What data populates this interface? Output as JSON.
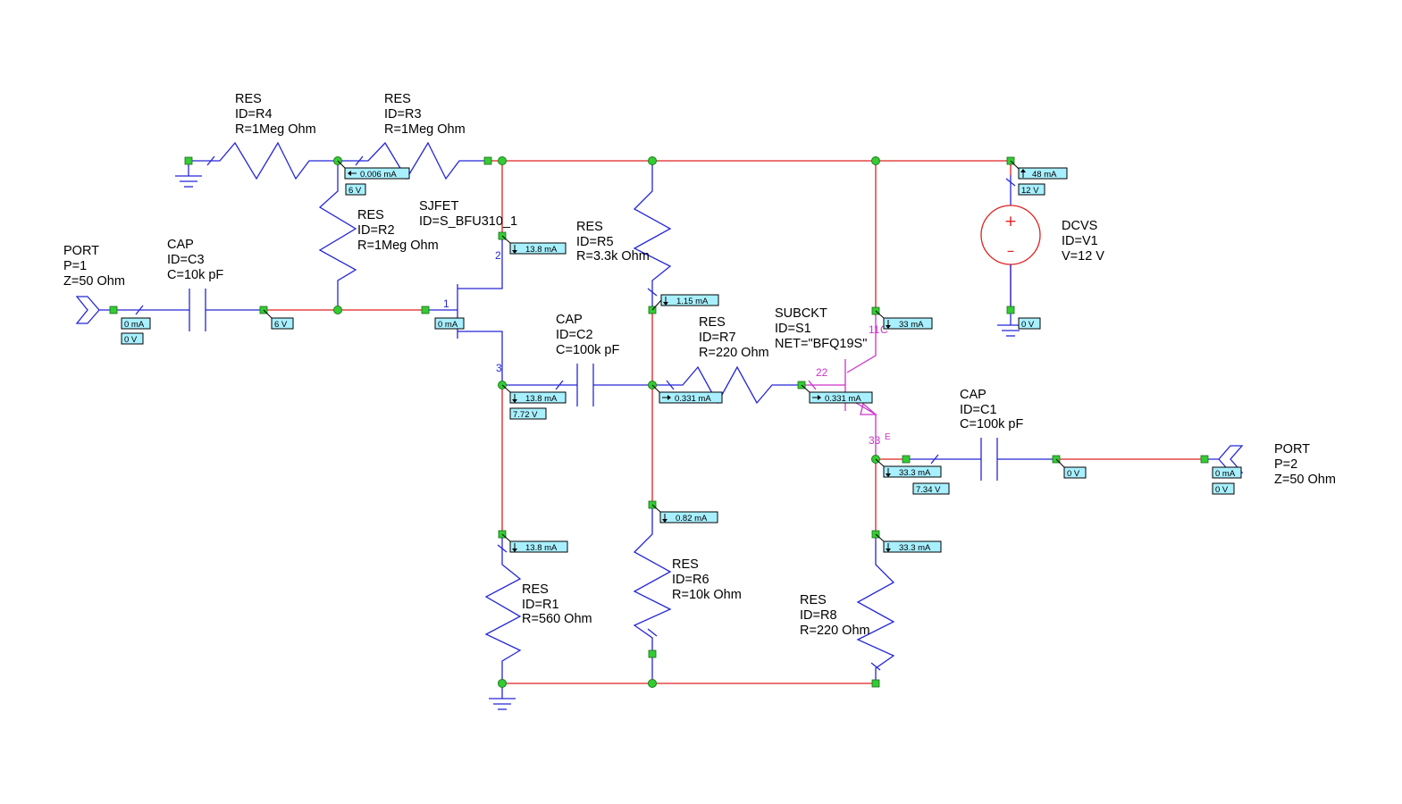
{
  "components": {
    "r4": {
      "type": "RES",
      "id": "ID=R4",
      "value": "R=1Meg Ohm"
    },
    "r3": {
      "type": "RES",
      "id": "ID=R3",
      "value": "R=1Meg Ohm"
    },
    "r2": {
      "type": "RES",
      "id": "ID=R2",
      "value": "R=1Meg Ohm"
    },
    "r5": {
      "type": "RES",
      "id": "ID=R5",
      "value": "R=3.3k Ohm"
    },
    "r7": {
      "type": "RES",
      "id": "ID=R7",
      "value": "R=220 Ohm"
    },
    "r1": {
      "type": "RES",
      "id": "ID=R1",
      "value": "R=560 Ohm"
    },
    "r6": {
      "type": "RES",
      "id": "ID=R6",
      "value": "R=10k Ohm"
    },
    "r8": {
      "type": "RES",
      "id": "ID=R8",
      "value": "R=220 Ohm"
    },
    "c3": {
      "type": "CAP",
      "id": "ID=C3",
      "value": "C=10k pF"
    },
    "c2": {
      "type": "CAP",
      "id": "ID=C2",
      "value": "C=100k pF"
    },
    "c1": {
      "type": "CAP",
      "id": "ID=C1",
      "value": "C=100k pF"
    },
    "port1": {
      "type": "PORT",
      "id": "P=1",
      "value": "Z=50 Ohm"
    },
    "port2": {
      "type": "PORT",
      "id": "P=2",
      "value": "Z=50 Ohm"
    },
    "sjfet": {
      "type": "SJFET",
      "id": "ID=S_BFU310_1"
    },
    "subckt": {
      "type": "SUBCKT",
      "id": "ID=S1",
      "net": "NET=\"BFQ19S\""
    },
    "dcvs": {
      "type": "DCVS",
      "id": "ID=V1",
      "value": "V=12 V"
    }
  },
  "pins": {
    "fet_gate": "1",
    "fet_drain": "2",
    "fet_source": "3",
    "bjt_collector": "11",
    "bjt_collector_letter": "C",
    "bjt_base": "22",
    "bjt_emitter": "33",
    "bjt_emitter_letter": "E"
  },
  "annotations": {
    "r4r3_current": "0.006 mA",
    "r4r3_voltage": "6 V",
    "vsrc_current": "48 mA",
    "vsrc_voltage": "12 V",
    "vsrc_gnd_voltage": "0 V",
    "fet_drain_current": "13.8 mA",
    "r5_current": "1.15 mA",
    "port1_current": "0 mA",
    "port1_voltage": "0 V",
    "c3_right_voltage": "6 V",
    "fet_gate_current": "0 mA",
    "collector_current": "33 mA",
    "fet_source_current": "13.8 mA",
    "fet_source_voltage": "7.72 V",
    "r7_current": "0.331 mA",
    "base_current": "0.331 mA",
    "emitter_current": "33.3 mA",
    "emitter_voltage": "7.34 V",
    "c1_right_voltage": "0 V",
    "port2_current": "0 mA",
    "port2_voltage": "0 V",
    "r6_current": "0.82 mA",
    "r1_current": "13.8 mA",
    "r8_current": "33.3 mA"
  },
  "source_symbols": {
    "plus": "+",
    "minus": "–"
  }
}
